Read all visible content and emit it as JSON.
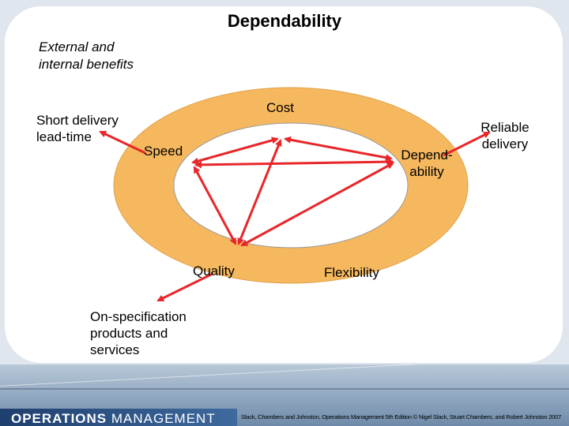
{
  "slide": {
    "title": "Dependability",
    "subtitle": "External and\ninternal benefits"
  },
  "diagram": {
    "nodes": {
      "cost": "Cost",
      "speed": "Speed",
      "dependability": "Depend-\nability",
      "quality": "Quality",
      "flexibility": "Flexibility"
    },
    "external": {
      "short_delivery": "Short delivery\nlead-time",
      "reliable_delivery": "Reliable\ndelivery",
      "on_specification": "On-specification\nproducts and\nservices"
    },
    "colors": {
      "ring": "#f5b85e",
      "arrow": "#e8262a",
      "inner": "#ffffff"
    }
  },
  "footer": {
    "logo_bold": "OPERATIONS",
    "logo_light": "MANAGEMENT",
    "copyright": "Slack, Chambers and Johnston, Operations Management 5th Edition © Nigel Slack, Stuart Chambers, and Robert Johnston 2007"
  }
}
